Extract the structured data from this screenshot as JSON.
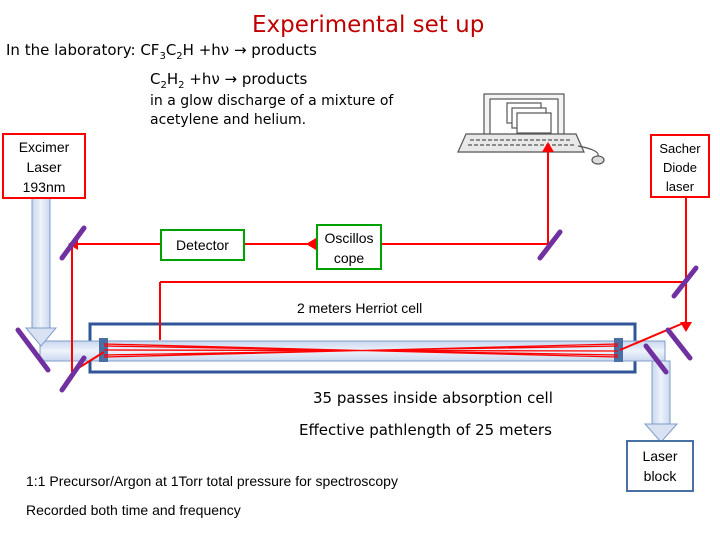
{
  "title": "Experimental set up",
  "reaction1": {
    "prefix": "In the laboratory:  CF",
    "sub1": "3",
    "mid": "C",
    "sub2": "2",
    "suffix": "H +hν → products"
  },
  "reaction2": {
    "prefix": "C",
    "sub1": "2",
    "mid": "H",
    "sub2": "2",
    "suffix": " +hν → products"
  },
  "glow_note": [
    "in a glow discharge of a mixture of",
    "acetylene and helium."
  ],
  "excimer_laser": [
    "Excimer",
    "Laser",
    "193nm"
  ],
  "sacher_laser": [
    "Sacher",
    "Diode",
    "laser"
  ],
  "detector": "Detector",
  "oscilloscope": [
    "Oscillos",
    "cope"
  ],
  "herriot_cell": "2 meters Herriot cell",
  "passes": "35 passes inside absorption cell",
  "pathlength": "Effective pathlength of 25 meters",
  "laser_block": [
    "Laser",
    "block"
  ],
  "precursor": "1:1 Precursor/Argon at 1Torr total pressure for spectroscopy",
  "recorded": "Recorded both time and frequency",
  "colors": {
    "beam": "#ff0000",
    "title": "#c00000",
    "mirror": "#7030a0",
    "cell": "#2f5597"
  },
  "icons": [
    "computer-icon",
    "mirror-icon",
    "arrow-icon"
  ]
}
